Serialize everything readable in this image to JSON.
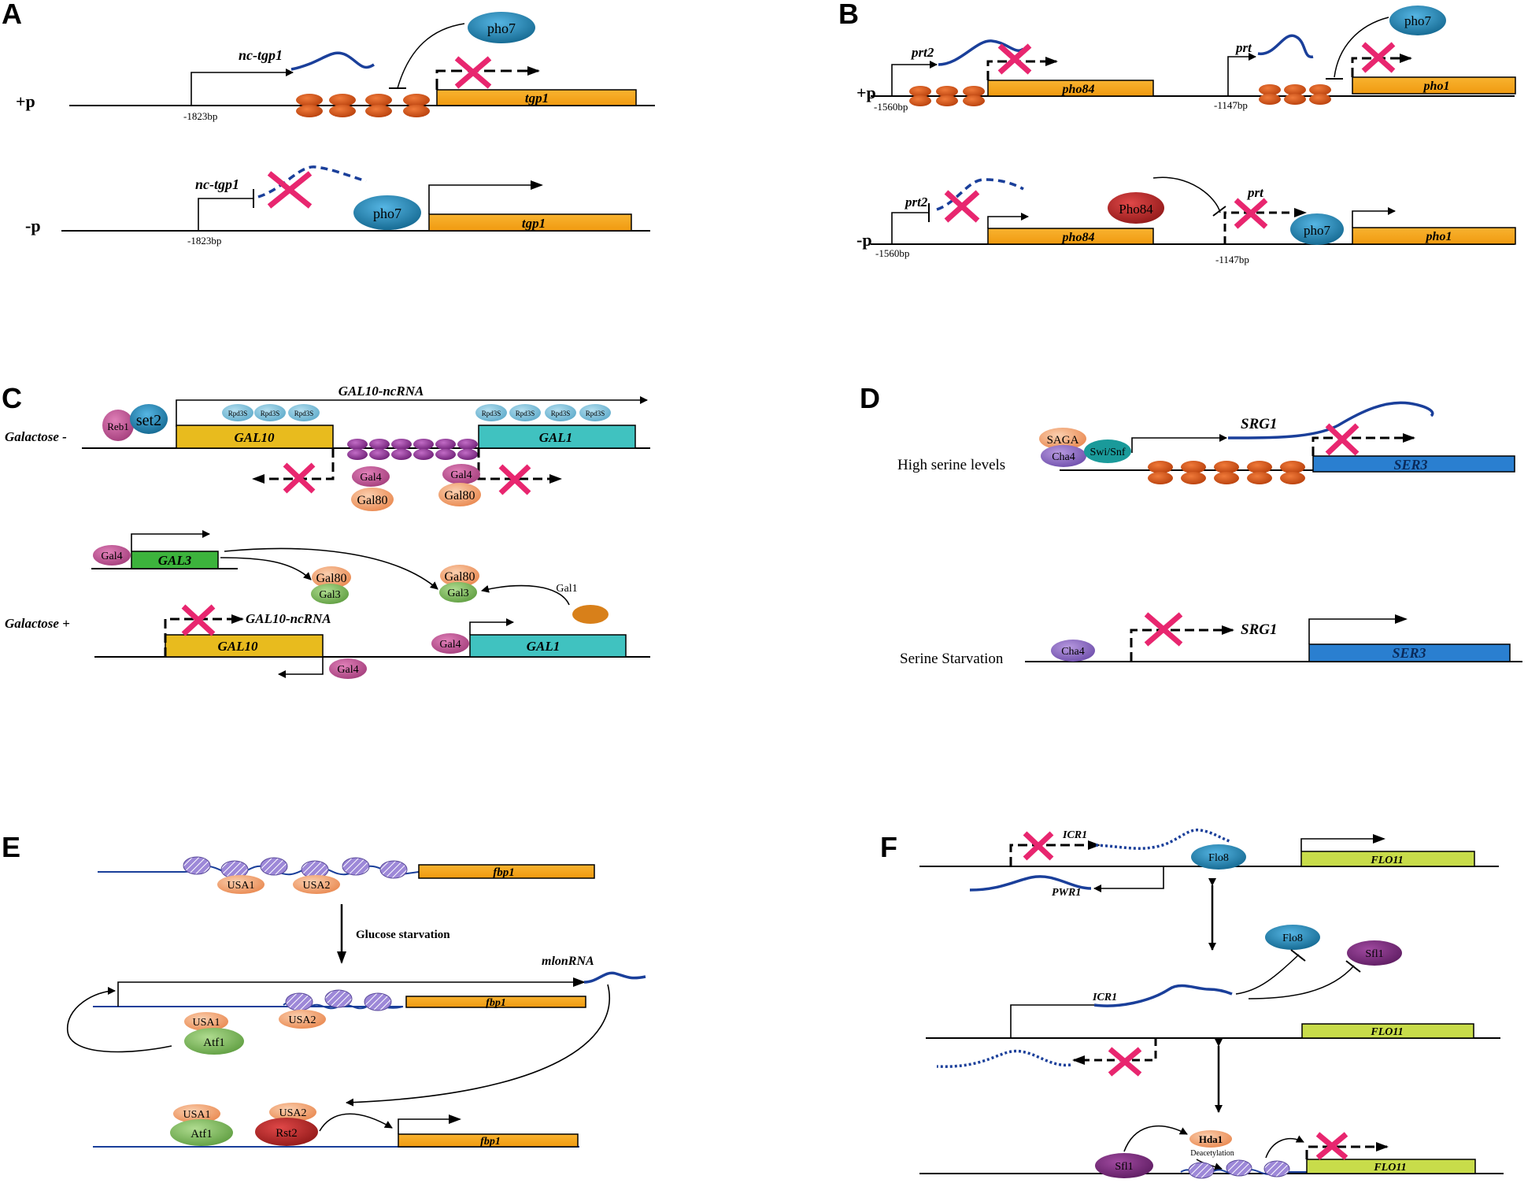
{
  "panels": {
    "a": {
      "letter": "A",
      "plus": "+p",
      "minus": "-p",
      "nc": "nc-tgp1",
      "gene": "tgp1",
      "pho7": "pho7",
      "bp": "-1823bp"
    },
    "b": {
      "letter": "B",
      "plus": "+p",
      "minus": "-p",
      "prt2": "prt2",
      "prt": "prt",
      "pho84": "pho84",
      "pho1": "pho1",
      "pho7": "pho7",
      "Pho84": "Pho84",
      "bp1": "-1560bp",
      "bp2": "-1147bp"
    },
    "c": {
      "letter": "C",
      "gal_minus": "Galactose -",
      "gal_plus": "Galactose +",
      "ncrna": "GAL10-ncRNA",
      "gal10": "GAL10",
      "gal1": "GAL1",
      "gal3": "GAL3",
      "reb1": "Reb1",
      "set2": "set2",
      "rpd3s": "Rpd3S",
      "gal4": "Gal4",
      "gal80": "Gal80",
      "gal3p": "Gal3",
      "gal1p": "Gal1"
    },
    "d": {
      "letter": "D",
      "high": "High serine levels",
      "starv": "Serine Starvation",
      "srg1": "SRG1",
      "ser3": "SER3",
      "saga": "SAGA",
      "cha4": "Cha4",
      "swi": "Swi/Snf"
    },
    "e": {
      "letter": "E",
      "fbp1": "fbp1",
      "usa1": "USA1",
      "usa2": "USA2",
      "glucose": "Glucose starvation",
      "mlon": "mlonRNA",
      "atf1": "Atf1",
      "rst2": "Rst2"
    },
    "f": {
      "letter": "F",
      "icr1": "ICR1",
      "pwr1": "PWR1",
      "flo11": "FLO11",
      "flo8": "Flo8",
      "sfl1": "Sfl1",
      "hda1": "Hda1",
      "deacet": "Deacetylation"
    }
  },
  "colors": {
    "orange_gene": "#f5a31a",
    "nucleosome": "#d4541a",
    "pho7": "#1f8ec2",
    "pink_x": "#e8266f",
    "rna_blue": "#1a3f9a",
    "gal10_yellow": "#e8bb1e",
    "gal1_teal": "#40c2c0",
    "gal3_green": "#3cb33c",
    "ser3_blue": "#2a7fd0",
    "flo11_lime": "#c8dc4a",
    "gal4_magenta": "#c0508e",
    "gal80_salmon": "#f0a070",
    "gal3_green_oval": "#80c060",
    "purple_nuc": "#9c3fa0",
    "rpd3s_teal": "#7ec3d8"
  }
}
